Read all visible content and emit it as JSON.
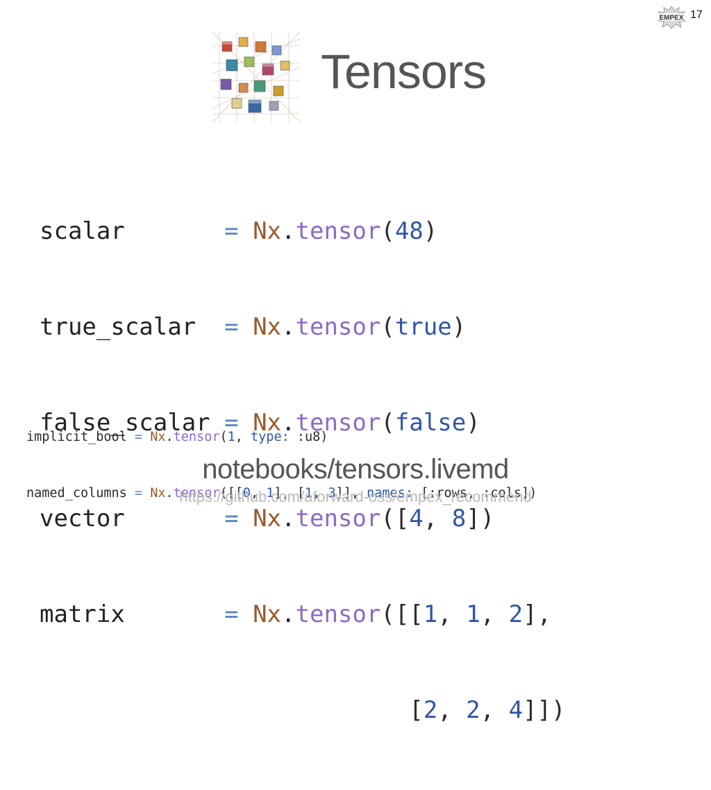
{
  "badge": {
    "logo_text": "EMPEX",
    "slide_number": "17"
  },
  "title": "Tensors",
  "illustration": {
    "icon": "tensor-cube-illustration"
  },
  "code_main": {
    "lines": [
      {
        "var": "scalar       ",
        "eq": "=",
        "mod": "Nx",
        "dot": ".",
        "fn": "tensor",
        "args": [
          [
            "(",
            "pun"
          ],
          [
            "48",
            "num"
          ],
          [
            ")",
            "pun"
          ]
        ]
      },
      {
        "var": "true_scalar  ",
        "eq": "=",
        "mod": "Nx",
        "dot": ".",
        "fn": "tensor",
        "args": [
          [
            "(",
            "pun"
          ],
          [
            "true",
            "num"
          ],
          [
            ")",
            "pun"
          ]
        ]
      },
      {
        "var": "false_scalar ",
        "eq": "=",
        "mod": "Nx",
        "dot": ".",
        "fn": "tensor",
        "args": [
          [
            "(",
            "pun"
          ],
          [
            "false",
            "num"
          ],
          [
            ")",
            "pun"
          ]
        ]
      },
      {
        "var": "vector       ",
        "eq": "=",
        "mod": "Nx",
        "dot": ".",
        "fn": "tensor",
        "args": [
          [
            "([",
            "pun"
          ],
          [
            "4",
            "num"
          ],
          [
            ", ",
            "pun"
          ],
          [
            "8",
            "num"
          ],
          [
            "])",
            "pun"
          ]
        ]
      },
      {
        "var": "matrix       ",
        "eq": "=",
        "mod": "Nx",
        "dot": ".",
        "fn": "tensor",
        "args": [
          [
            "([[",
            "pun"
          ],
          [
            "1",
            "num"
          ],
          [
            ", ",
            "pun"
          ],
          [
            "1",
            "num"
          ],
          [
            ", ",
            "pun"
          ],
          [
            "2",
            "num"
          ],
          [
            "],",
            "pun"
          ]
        ]
      },
      {
        "continuation": "                          ",
        "args": [
          [
            "[",
            "pun"
          ],
          [
            "2",
            "num"
          ],
          [
            ", ",
            "pun"
          ],
          [
            "2",
            "num"
          ],
          [
            ", ",
            "pun"
          ],
          [
            "4",
            "num"
          ],
          [
            "]])",
            "pun"
          ]
        ]
      }
    ]
  },
  "code_small": {
    "lines": [
      [
        [
          "implicit_bool ",
          "pun"
        ],
        [
          "=",
          "op"
        ],
        [
          " ",
          "pun"
        ],
        [
          "Nx",
          "mod"
        ],
        [
          ".",
          "pun"
        ],
        [
          "tensor",
          "fn"
        ],
        [
          "(",
          "pun"
        ],
        [
          "1",
          "num"
        ],
        [
          ", ",
          "pun"
        ],
        [
          "type:",
          "key"
        ],
        [
          " ",
          "pun"
        ],
        [
          ":u8",
          "atom"
        ],
        [
          ")",
          "pun"
        ]
      ],
      [
        [
          "named_columns ",
          "pun"
        ],
        [
          "=",
          "op"
        ],
        [
          " ",
          "pun"
        ],
        [
          "Nx",
          "mod"
        ],
        [
          ".",
          "pun"
        ],
        [
          "tensor",
          "fn"
        ],
        [
          "([[",
          "pun"
        ],
        [
          "0",
          "num"
        ],
        [
          ", ",
          "pun"
        ],
        [
          "1",
          "num"
        ],
        [
          "], [",
          "pun"
        ],
        [
          "1",
          "num"
        ],
        [
          ", ",
          "pun"
        ],
        [
          "3",
          "num"
        ],
        [
          "]], ",
          "pun"
        ],
        [
          "names:",
          "key"
        ],
        [
          " [",
          "pun"
        ],
        [
          ":rows",
          "atom"
        ],
        [
          ", ",
          "pun"
        ],
        [
          ":cols",
          "atom"
        ],
        [
          "])",
          "pun"
        ]
      ]
    ]
  },
  "notebook": {
    "path": "notebooks/tensors.livemd",
    "url": "https://github.com/aforward-oss/empex_recommend"
  }
}
